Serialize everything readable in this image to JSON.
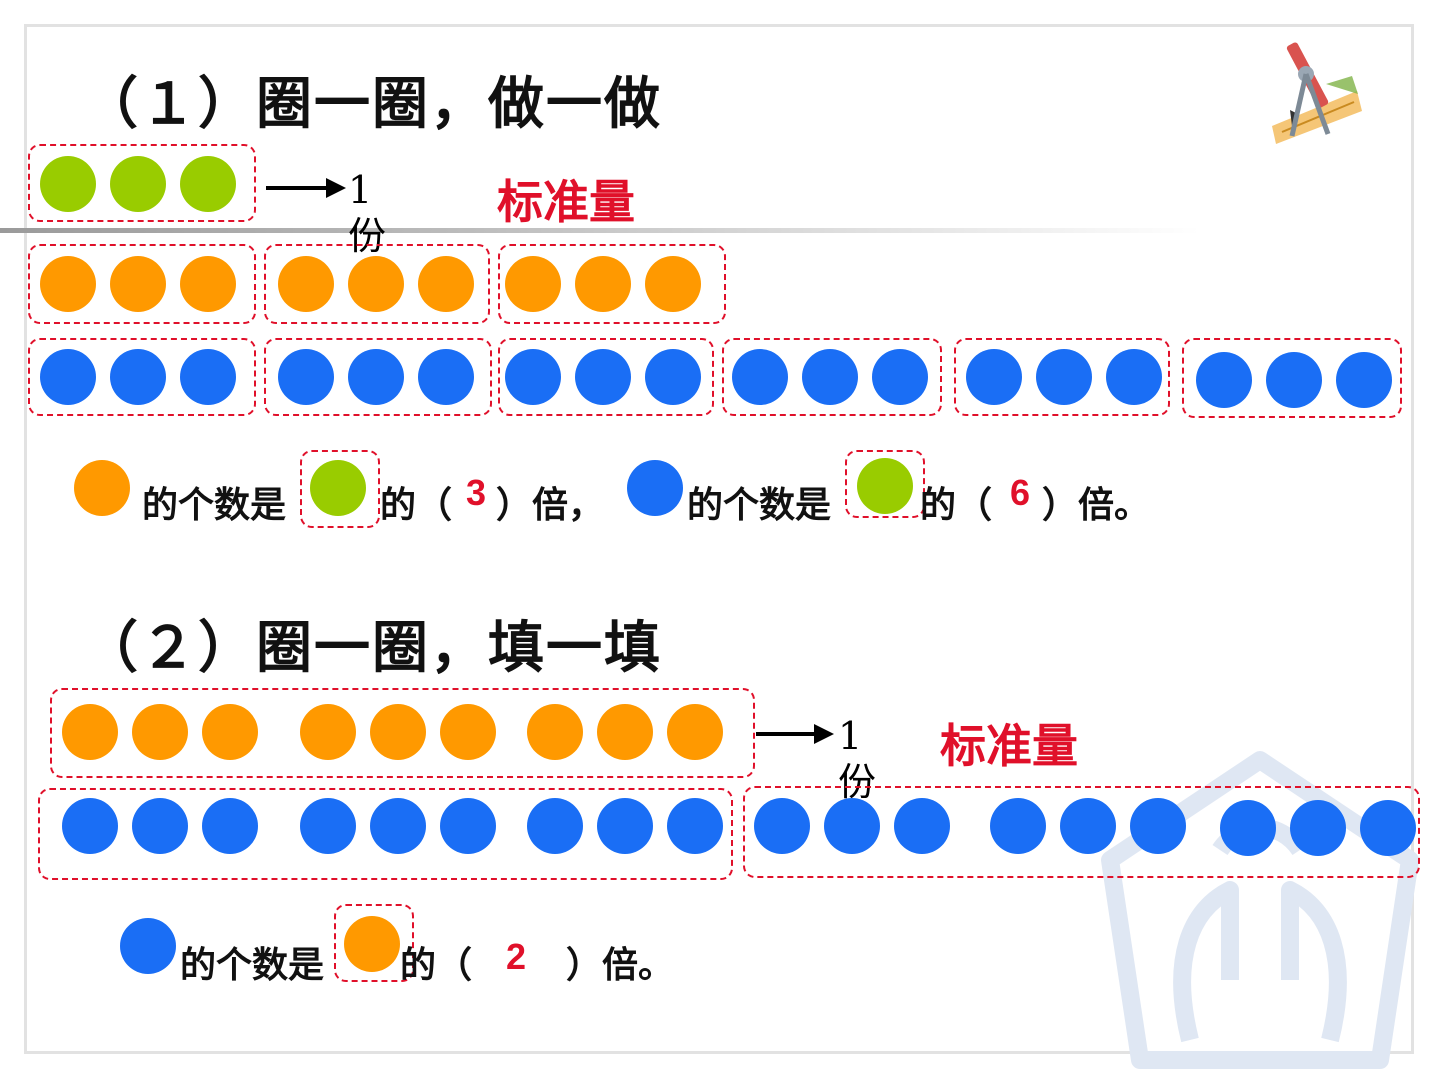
{
  "section1": {
    "heading": "（１）圈一圈，做一做",
    "unit_label": "1份",
    "standard_label": "标准量",
    "sentence": {
      "part1": "的个数是",
      "part2": "的（",
      "answer1": "3",
      "part3": "）倍，",
      "part4": "的个数是",
      "part5": "的（",
      "answer2": "6",
      "part6": "）倍。"
    }
  },
  "section2": {
    "heading": "（２）圈一圈，填一填",
    "unit_label": "1份",
    "standard_label": "标准量",
    "sentence": {
      "part1": "的个数是",
      "part2": "的（",
      "answer": "2",
      "part3": "）倍。"
    }
  },
  "colors": {
    "green": "#99cc00",
    "orange": "#ff9900",
    "blue": "#1a6ef5",
    "accent_red": "#e0102a"
  },
  "icons": {
    "logo": "compass-ruler-pencil-icon",
    "watermark": "hands-logo-watermark-icon"
  }
}
